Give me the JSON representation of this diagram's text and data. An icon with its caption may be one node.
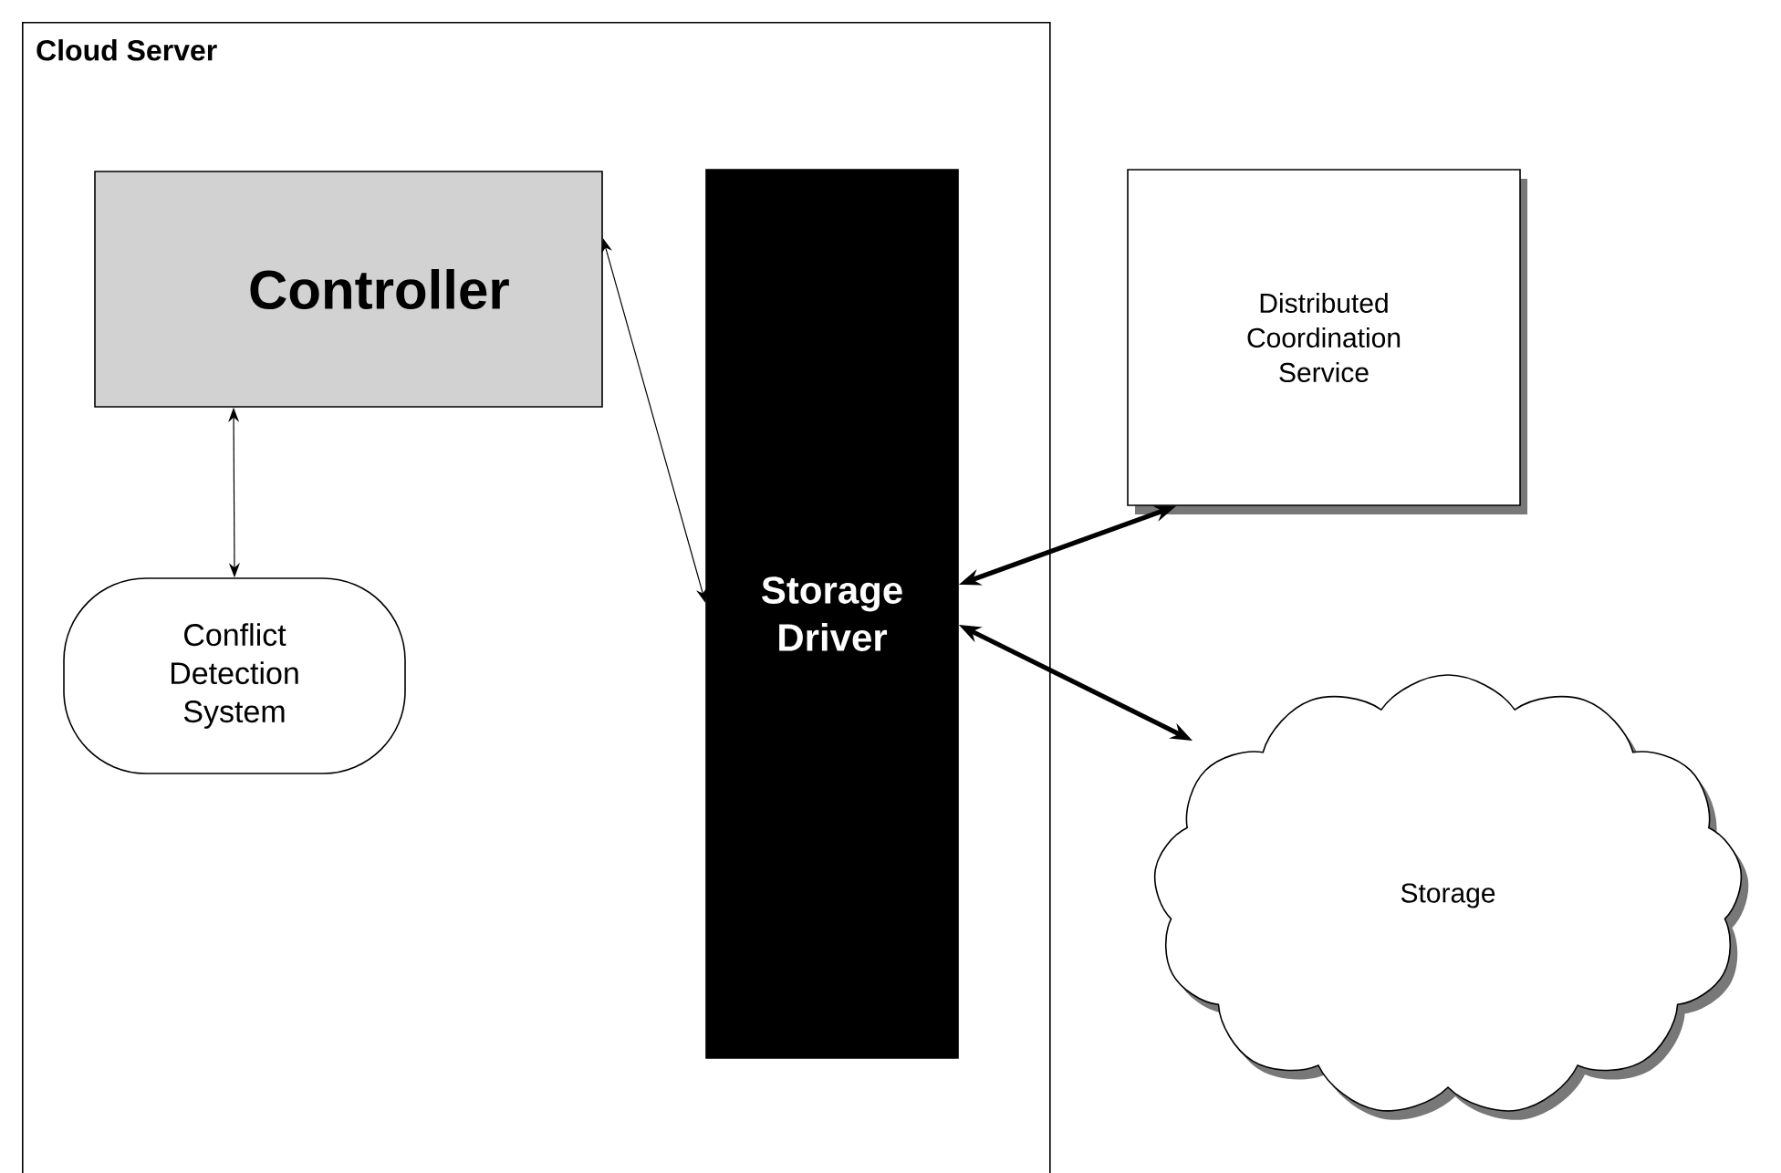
{
  "diagram": {
    "nodes": [
      {
        "text": [
          "Cloud Server"
        ]
      },
      {
        "text": [
          "Controller"
        ],
        "in": 0
      },
      {
        "text": [
          "Conflict Detection System"
        ],
        "in": 0
      },
      {
        "text": [
          "Storage Driver"
        ],
        "in": 0
      },
      {
        "text": [
          "Distributed Coordination Service"
        ]
      },
      {
        "text": [
          "Storage"
        ]
      }
    ],
    "edges": [
      {
        "from": 1,
        "to": 2,
        "arrow": "both"
      },
      {
        "from": 1,
        "to": 3,
        "arrow": "both"
      },
      {
        "from": 3,
        "to": 4,
        "arrow": "both",
        "style": "thick"
      },
      {
        "from": 3,
        "to": 5,
        "arrow": "both",
        "style": "thick"
      }
    ]
  }
}
